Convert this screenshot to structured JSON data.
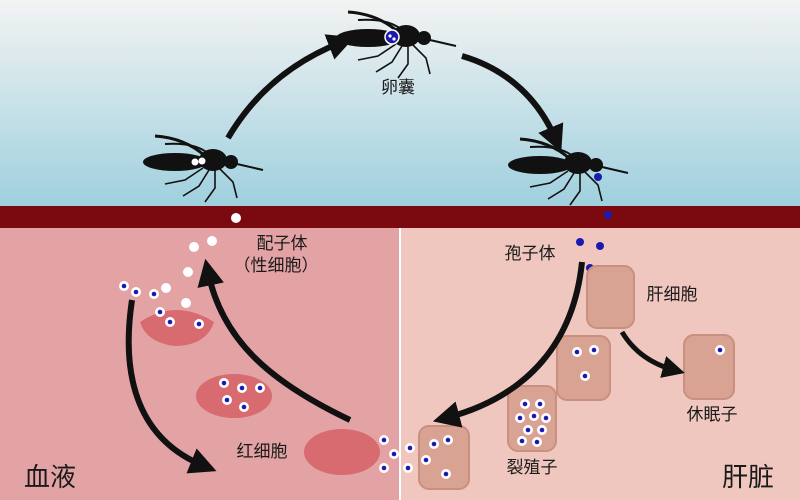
{
  "labels": {
    "oocyst": "卵囊",
    "gametocyte": "配子体",
    "gametocyte_sub": "（性细胞）",
    "sporozoite": "孢子体",
    "hepatocyte": "肝细胞",
    "hypnozoite": "休眠子",
    "schizont": "裂殖子",
    "red_blood_cell": "红细胞",
    "blood": "血液",
    "liver": "肝脏"
  },
  "colors": {
    "sky_top": "#f3f3f3",
    "sky_bottom": "#9fd0de",
    "skin_band": "#7a0a10",
    "blood_bg": "#e3a3a5",
    "liver_bg": "#f0c7be",
    "rbc": "#d86b6f",
    "liver_cell": "#d9a393",
    "parasite_dark": "#1a1ab0",
    "parasite_white": "#ffffff",
    "arrow": "#111111"
  },
  "icons": [
    "mosquito-icon",
    "mosquito-icon",
    "mosquito-icon"
  ]
}
